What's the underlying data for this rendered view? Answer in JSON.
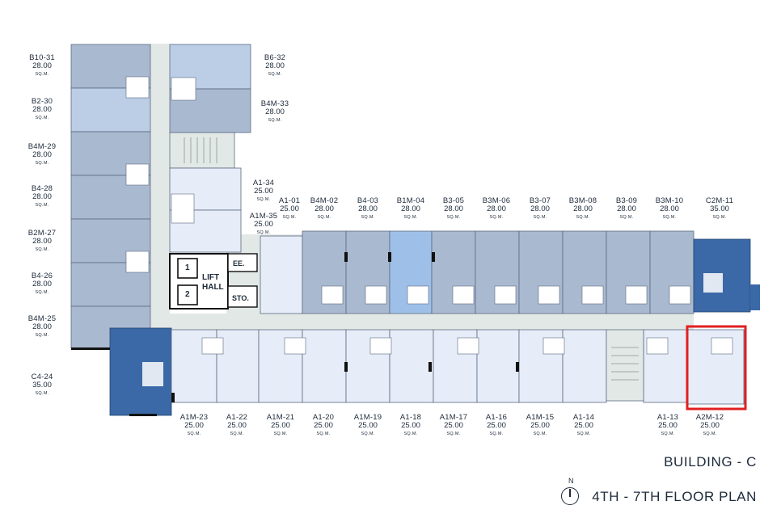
{
  "plan": {
    "building": "BUILDING - C",
    "floors": "4TH - 7TH FLOOR PLAN",
    "north": "N",
    "unit_suffix": "SQ.M.",
    "rooms": {
      "lift_1": "1",
      "lift_2": "2",
      "lift_hall": "LIFT\nHALL",
      "ee": "EE.",
      "sto": "STO."
    }
  },
  "units": [
    {
      "code": "B10-31",
      "area": "28.00"
    },
    {
      "code": "B2-30",
      "area": "28.00"
    },
    {
      "code": "B4M-29",
      "area": "28.00"
    },
    {
      "code": "B4-28",
      "area": "28.00"
    },
    {
      "code": "B2M-27",
      "area": "28.00"
    },
    {
      "code": "B4-26",
      "area": "28.00"
    },
    {
      "code": "B4M-25",
      "area": "28.00"
    },
    {
      "code": "C4-24",
      "area": "35.00"
    },
    {
      "code": "B6-32",
      "area": "28.00"
    },
    {
      "code": "B4M-33",
      "area": "28.00"
    },
    {
      "code": "A1-34",
      "area": "25.00"
    },
    {
      "code": "A1M-35",
      "area": "25.00"
    },
    {
      "code": "A1-01",
      "area": "25.00"
    },
    {
      "code": "B4M-02",
      "area": "28.00"
    },
    {
      "code": "B4-03",
      "area": "28.00"
    },
    {
      "code": "B1M-04",
      "area": "28.00"
    },
    {
      "code": "B3-05",
      "area": "28.00"
    },
    {
      "code": "B3M-06",
      "area": "28.00"
    },
    {
      "code": "B3-07",
      "area": "28.00"
    },
    {
      "code": "B3M-08",
      "area": "28.00"
    },
    {
      "code": "B3-09",
      "area": "28.00"
    },
    {
      "code": "B3M-10",
      "area": "28.00"
    },
    {
      "code": "C2M-11",
      "area": "35.00"
    },
    {
      "code": "A1M-23",
      "area": "25.00"
    },
    {
      "code": "A1-22",
      "area": "25.00"
    },
    {
      "code": "A1M-21",
      "area": "25.00"
    },
    {
      "code": "A1-20",
      "area": "25.00"
    },
    {
      "code": "A1M-19",
      "area": "25.00"
    },
    {
      "code": "A1-18",
      "area": "25.00"
    },
    {
      "code": "A1M-17",
      "area": "25.00"
    },
    {
      "code": "A1-16",
      "area": "25.00"
    },
    {
      "code": "A1M-15",
      "area": "25.00"
    },
    {
      "code": "A1-14",
      "area": "25.00"
    },
    {
      "code": "A1-13",
      "area": "25.00"
    },
    {
      "code": "A2M-12",
      "area": "25.00"
    }
  ],
  "colors": {
    "unit_b": "#a9b9cf",
    "unit_b_light": "#bccde6",
    "unit_b_accent": "#9ec0e8",
    "unit_a": "#e6ecf8",
    "unit_c": "#3b68a6",
    "corridor": "#e2e8e6",
    "wall": "#111111",
    "highlight": "#e02020",
    "text": "#1c2a3a"
  }
}
